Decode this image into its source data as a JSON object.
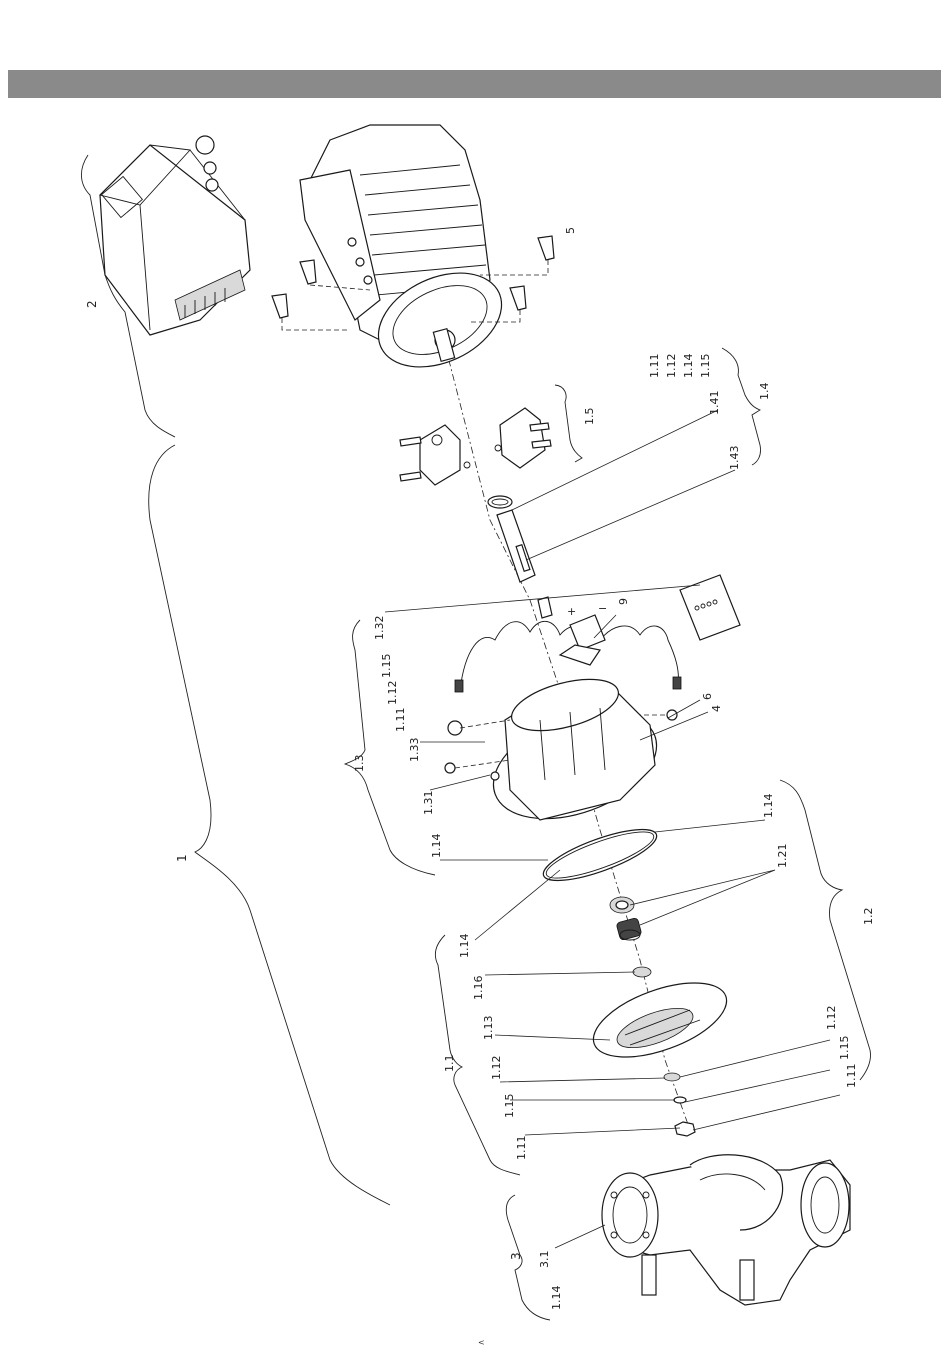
{
  "labels": {
    "main_assembly": "1",
    "electronics_module": "2",
    "pump_housing": "3",
    "screw": "5",
    "sub_1_1": "1.1",
    "sub_1_2": "1.2",
    "sub_1_3": "1.3",
    "sub_1_4": "1.4",
    "sub_1_5": "1.5",
    "p_1_11": "1.11",
    "p_1_12": "1.12",
    "p_1_13": "1.13",
    "p_1_14": "1.14",
    "p_1_15": "1.15",
    "p_1_16": "1.16",
    "p_1_21": "1.21",
    "p_1_31": "1.31",
    "p_1_32": "1.32",
    "p_1_33": "1.33",
    "p_1_41": "1.41",
    "p_1_43": "1.43",
    "p_3_1": "3.1",
    "p_4": "4",
    "p_6": "6",
    "p_9": "9",
    "plus": "+",
    "minus": "−"
  },
  "page_mark": "<"
}
